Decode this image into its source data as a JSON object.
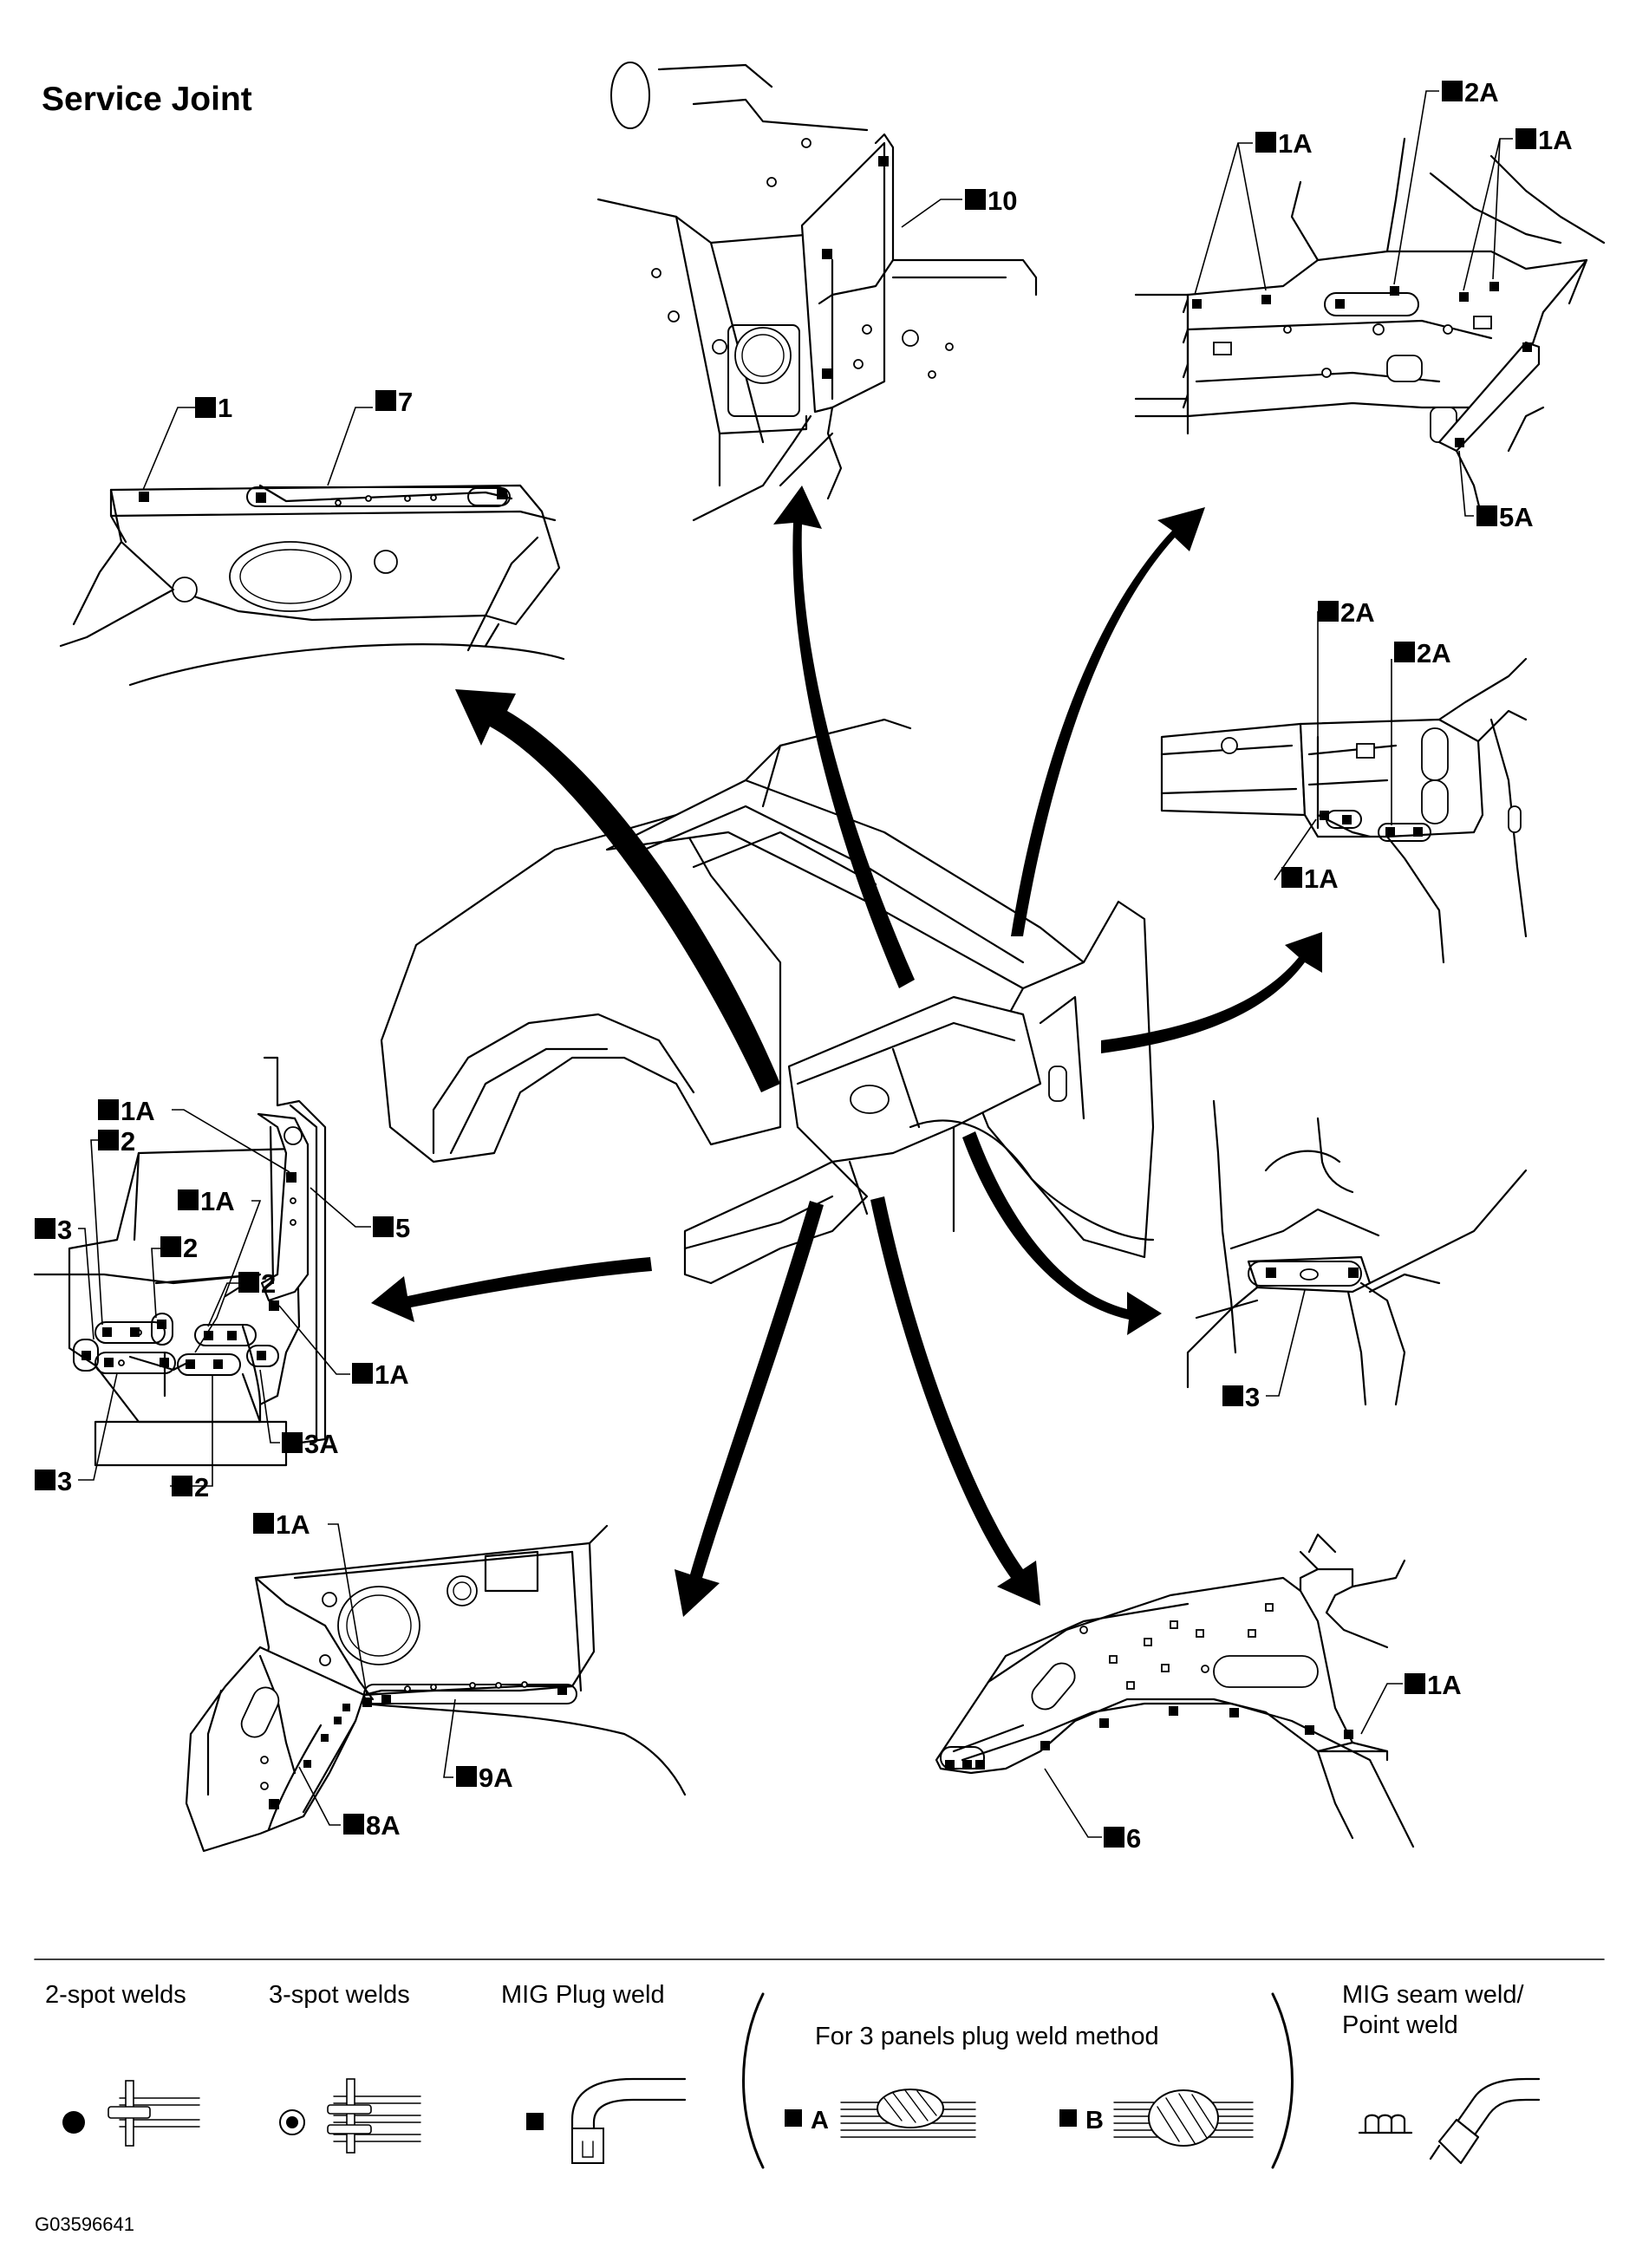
{
  "title": "Service Joint",
  "labels": {
    "top_left_1": "1",
    "top_left_7": "7",
    "top_center_10": "10",
    "top_right_2a": "2A",
    "top_right_1a_left": "1A",
    "top_right_1a_right": "1A",
    "top_right_5a": "5A",
    "mid_right_2a_left": "2A",
    "mid_right_2a_right": "2A",
    "mid_right_1a": "1A",
    "left_1a_top": "1A",
    "left_2_top": "2",
    "left_1a_mid": "1A",
    "left_3_top": "3",
    "left_2_mid": "2",
    "left_2_right": "2",
    "left_5": "5",
    "left_1a_bottom": "1A",
    "left_3a": "3A",
    "left_3_bottom": "3",
    "left_2_bottom": "2",
    "right_3": "3",
    "bottom_left_1a": "1A",
    "bottom_left_9a": "9A",
    "bottom_left_8a": "8A",
    "bottom_right_1a": "1A",
    "bottom_right_6": "6"
  },
  "legend": {
    "two_spot": "2-spot welds",
    "three_spot": "3-spot welds",
    "mig_plug": "MIG Plug weld",
    "three_panels": "For 3 panels plug weld method",
    "method_a": "A",
    "method_b": "B",
    "seam_line1": "MIG seam weld/",
    "seam_line2": "Point weld"
  },
  "figure_code": "G03596641"
}
